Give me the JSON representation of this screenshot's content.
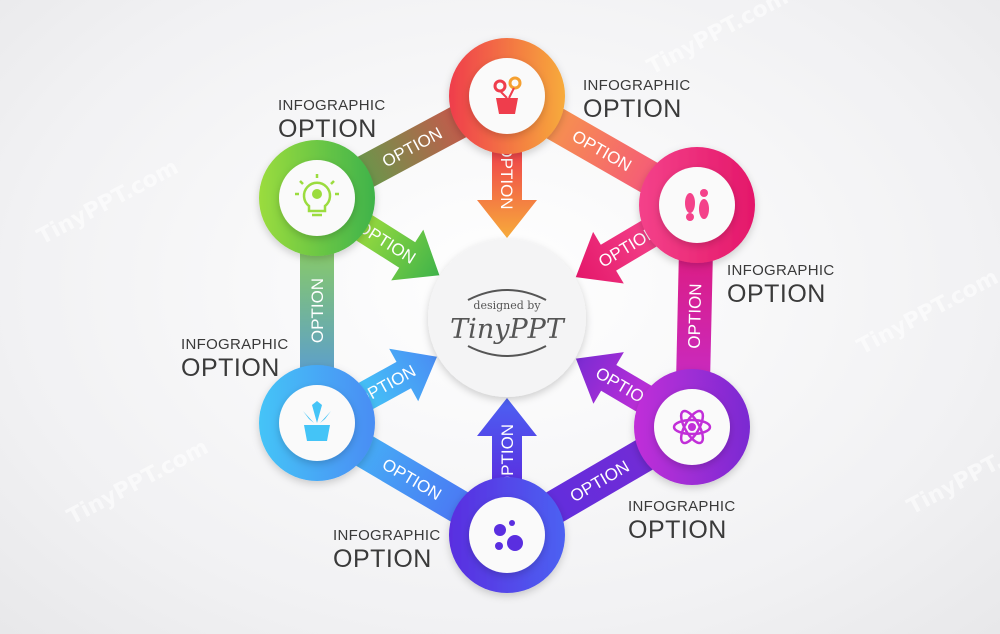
{
  "nodes": [
    {
      "id": "top",
      "icon": "flower-pot-icon",
      "colors": [
        "#ef3d4c",
        "#f7ab3b"
      ],
      "info_small": "INFOGRAPHIC",
      "info_big": "OPTION",
      "arrow_label": "OPTION"
    },
    {
      "id": "right-top",
      "icon": "footprints-icon",
      "colors": [
        "#f4428a",
        "#e4176a"
      ],
      "info_small": "INFOGRAPHIC",
      "info_big": "OPTION",
      "arrow_label": "OPTION"
    },
    {
      "id": "right-bottom",
      "icon": "atom-icon",
      "colors": [
        "#c12fd8",
        "#7a2bd2"
      ],
      "info_small": "INFOGRAPHIC",
      "info_big": "OPTION",
      "arrow_label": "OPTION"
    },
    {
      "id": "bottom",
      "icon": "bubbles-icon",
      "colors": [
        "#5a2ee0",
        "#4c61f2"
      ],
      "info_small": "INFOGRAPHIC",
      "info_big": "OPTION",
      "arrow_label": "OPTION"
    },
    {
      "id": "left-bottom",
      "icon": "succulent-pot-icon",
      "colors": [
        "#44c4f7",
        "#4a8df4"
      ],
      "info_small": "INFOGRAPHIC",
      "info_big": "OPTION",
      "arrow_label": "OPTION"
    },
    {
      "id": "left-top",
      "icon": "lightbulb-gear-icon",
      "colors": [
        "#9bdc3e",
        "#3fb34a"
      ],
      "info_small": "INFOGRAPHIC",
      "info_big": "OPTION",
      "arrow_label": "OPTION"
    }
  ],
  "edges": [
    {
      "label": "OPTION"
    },
    {
      "label": "OPTION"
    },
    {
      "label": "OPTION"
    },
    {
      "label": "OPTION"
    },
    {
      "label": "OPTION"
    },
    {
      "label": "OPTION"
    }
  ],
  "center": {
    "line1": "designed by",
    "line2": "TinyPPT"
  },
  "watermark": "TinyPPT.com"
}
